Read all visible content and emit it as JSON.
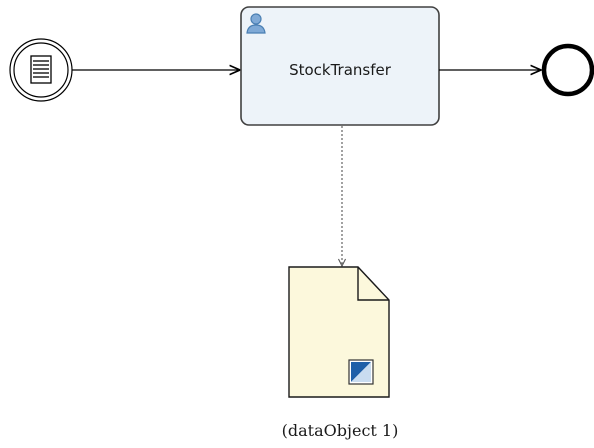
{
  "diagram": {
    "nodes": {
      "start_event": {
        "kind": "message start event"
      },
      "task": {
        "kind": "user task",
        "label": "StockTransfer"
      },
      "end_event": {
        "kind": "end event"
      },
      "data_object": {
        "kind": "data object",
        "label": "(dataObject 1)"
      }
    },
    "edges": [
      {
        "from": "start_event",
        "to": "task",
        "kind": "sequence flow"
      },
      {
        "from": "task",
        "to": "end_event",
        "kind": "sequence flow"
      },
      {
        "from": "task",
        "to": "data_object",
        "kind": "data association"
      }
    ],
    "icons": {
      "task_type": "user-icon",
      "start_trigger": "message-list-icon",
      "data_marker": "data-collection-marker-icon"
    },
    "colors": {
      "task_fill": "#edf3f9",
      "task_stroke": "#404040",
      "data_fill": "#fcf8dc",
      "flow_stroke": "#000000",
      "user_icon": "#4a7fb3",
      "marker_blue": "#1f5fa8"
    }
  }
}
